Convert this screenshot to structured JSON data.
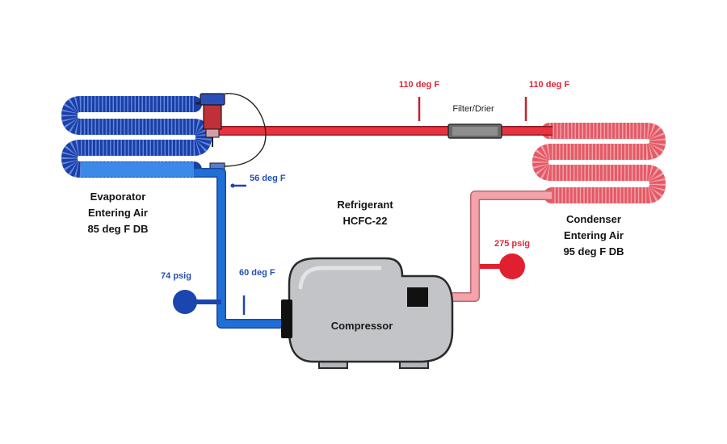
{
  "labels": {
    "evaporator": [
      "Evaporator",
      "Entering Air",
      "85 deg F DB"
    ],
    "condenser": [
      "Condenser",
      "Entering Air",
      "95 deg F DB"
    ],
    "refrigerant": [
      "Refrigerant",
      "HCFC-22"
    ],
    "filter_drier": "Filter/Drier",
    "compressor": "Compressor",
    "temp_liquid_left": "110 deg F",
    "temp_liquid_right": "110 deg F",
    "temp_suction_upper": "56 deg F",
    "temp_suction_lower": "60 deg F",
    "pressure_suction": "74 psig",
    "pressure_discharge": "275 psig"
  },
  "colors": {
    "suction_line": "#1f6fd6",
    "suction_gauge": "#1b46b0",
    "liquid_line": "#e8333f",
    "discharge_line": "#f4a3aa",
    "discharge_gauge": "#e0202e",
    "evaporator_coil": "#1b3fa6",
    "condenser_coil": "#e35a66",
    "compressor_body": "#c2c4c8",
    "outline": "#2a2a2a"
  }
}
